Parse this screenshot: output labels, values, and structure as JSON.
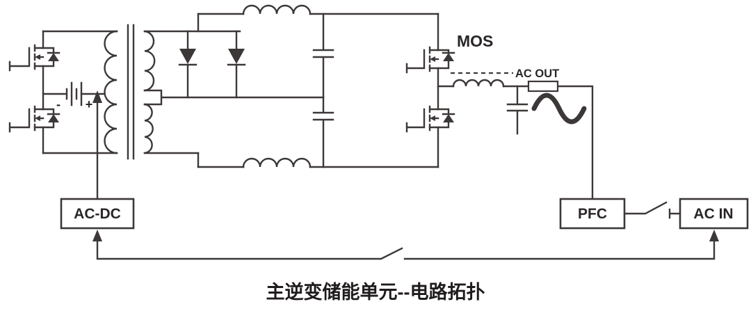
{
  "diagram": {
    "caption": "主逆变储能单元--电路拓扑",
    "labels": {
      "mos": "MOS",
      "ac_out": "AC OUT",
      "battery_minus": "-",
      "battery_plus": "+"
    },
    "boxes": {
      "ac_dc": "AC-DC",
      "pfc": "PFC",
      "ac_in": "AC IN"
    },
    "colors": {
      "line": "#3c3837",
      "text": "#2a2626",
      "background": "#ffffff"
    }
  }
}
